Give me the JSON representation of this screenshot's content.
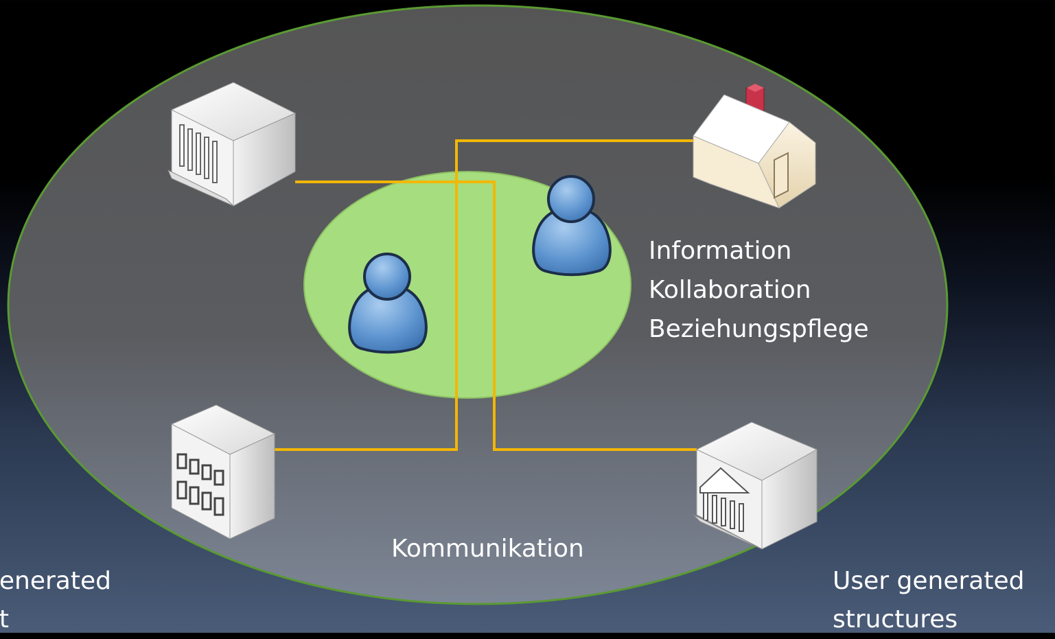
{
  "diagram": {
    "activities": [
      "Information",
      "Kollaboration",
      "Beziehungspflege"
    ],
    "center_label": "Kommunikation",
    "left_caption": [
      "generated",
      "nt"
    ],
    "right_caption": [
      "User generated",
      "structures"
    ],
    "colors": {
      "outer_ellipse": "#555555",
      "outer_border": "#5a9a32",
      "inner_ellipse": "#a6dd7e",
      "connector": "#f2b705",
      "person": "#5b93cf",
      "label_text": "#ffffff"
    },
    "icons": [
      "building-columns-icon",
      "house-icon",
      "office-building-icon",
      "bank-building-icon",
      "person-icon",
      "person-icon"
    ]
  }
}
